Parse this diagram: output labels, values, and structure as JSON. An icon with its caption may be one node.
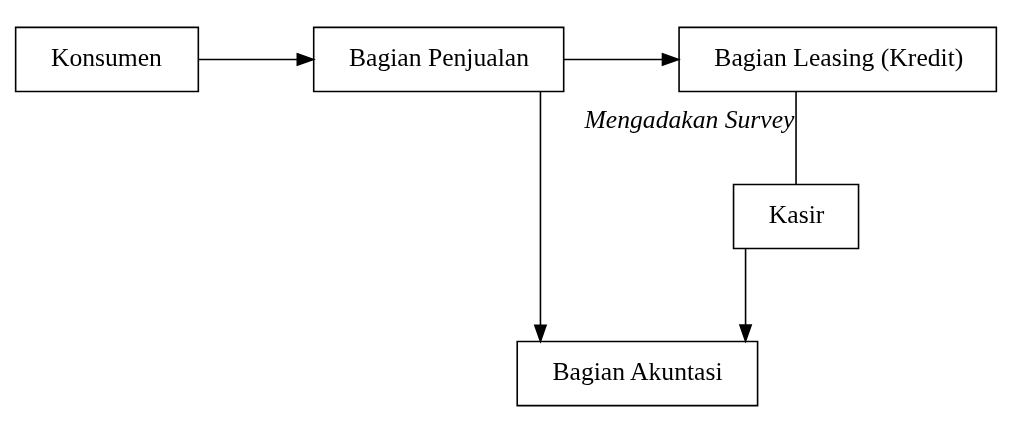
{
  "diagram": {
    "nodes": [
      {
        "text": [
          "Konsumen"
        ]
      },
      {
        "text": [
          "Bagian Penjualan"
        ]
      },
      {
        "text": [
          "Bagian Leasing (Kredit)"
        ]
      },
      {
        "text": [
          "Bagian Akuntasi"
        ]
      },
      {
        "text": [
          "Kasir"
        ]
      }
    ],
    "edges": [
      {
        "from": 0,
        "to": 1,
        "arrow": "to"
      },
      {
        "from": 1,
        "to": 2,
        "arrow": "to"
      },
      {
        "from": 1,
        "to": 3,
        "arrow": "to"
      },
      {
        "from": 2,
        "to": 4,
        "arrow": "none",
        "label": "Mengadakan Survey"
      },
      {
        "from": 4,
        "to": 3,
        "arrow": "to"
      }
    ]
  }
}
